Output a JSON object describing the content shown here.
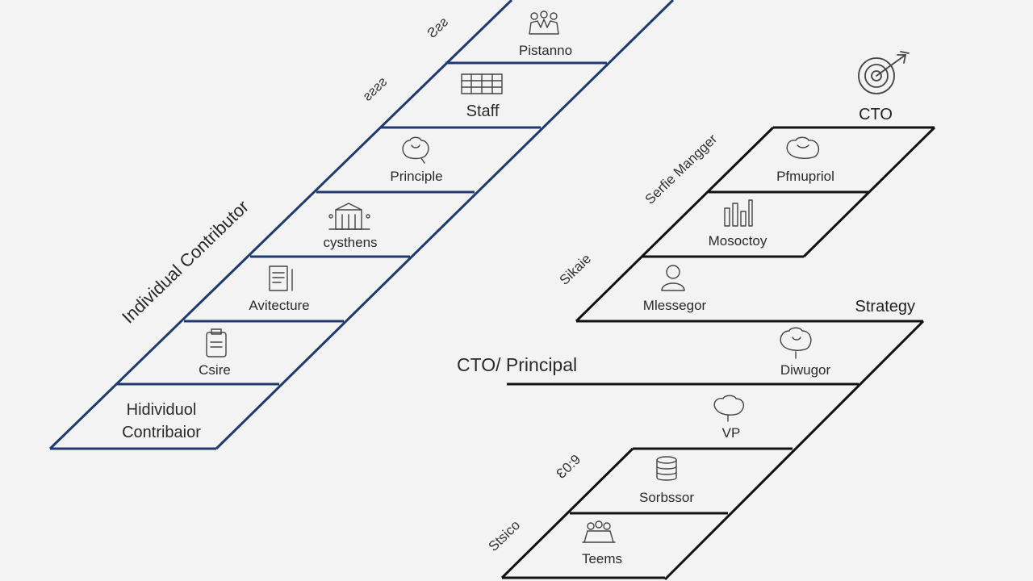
{
  "ic_ladder": {
    "title": "Individual Contributor",
    "side_labels": [
      "Ƨƨƨ",
      "ƨƨƨƨ"
    ],
    "steps": [
      {
        "label": "Pistanno",
        "icon": "people-icon"
      },
      {
        "label": "Staff",
        "icon": "grid-icon"
      },
      {
        "label": "Principle",
        "icon": "brain-icon"
      },
      {
        "label": "cysthens",
        "icon": "building-icon"
      },
      {
        "label": "Avitecture",
        "icon": "document-icon"
      },
      {
        "label": "Csire",
        "icon": "clipboard-icon"
      },
      {
        "label": "Hidividuol\nContribaior",
        "icon": ""
      }
    ],
    "accent": "#1f3b6e"
  },
  "mgmt_ladder": {
    "top_title": "CTO",
    "side_labels": [
      "Serfie Mangger",
      "Sikaie",
      "Stsico"
    ],
    "upper_steps": [
      {
        "label": "Pfmupriol",
        "icon": "brain-icon"
      },
      {
        "label": "Mosoctoy",
        "icon": "chart-icon"
      },
      {
        "label": "Mlessegor",
        "icon": "person-icon"
      }
    ],
    "strategy_title": "Strategy",
    "cross_title": "CTO/ Principal",
    "lower_steps": [
      {
        "label": "Diwugor",
        "icon": "brain-icon"
      },
      {
        "label": "VP",
        "icon": "brain-icon"
      },
      {
        "label": "Sorbssor",
        "icon": "database-icon"
      },
      {
        "label": "Teems",
        "icon": "team-icon"
      }
    ],
    "lower_side": "Ɛ0:9",
    "target_icon": "target-icon",
    "color": "#111111"
  }
}
